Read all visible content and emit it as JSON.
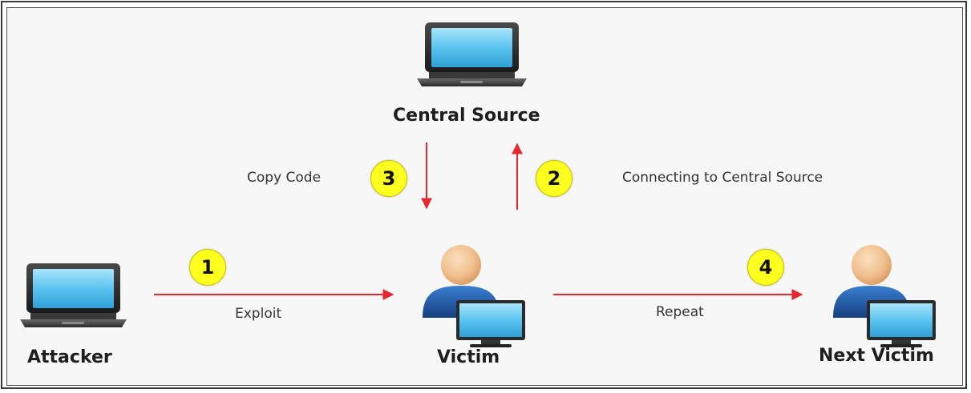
{
  "nodes": {
    "central_source": "Central Source",
    "attacker": "Attacker",
    "victim": "Victim",
    "next_victim": "Next Victim"
  },
  "edges": {
    "exploit": "Exploit",
    "copy_code": "Copy Code",
    "connecting": "Connecting to Central Source",
    "repeat": "Repeat"
  },
  "steps": [
    "1",
    "2",
    "3",
    "4"
  ],
  "colors": {
    "arrow": "#e8262d",
    "badge": "#ffff1f",
    "screen": "#5bc4f0",
    "user_body": "#1f5aa8",
    "user_head": "#f1c08e"
  },
  "icons": {
    "central_source": "laptop-icon",
    "attacker": "laptop-icon",
    "victim": "user-with-monitor-icon",
    "next_victim": "user-with-monitor-icon"
  }
}
